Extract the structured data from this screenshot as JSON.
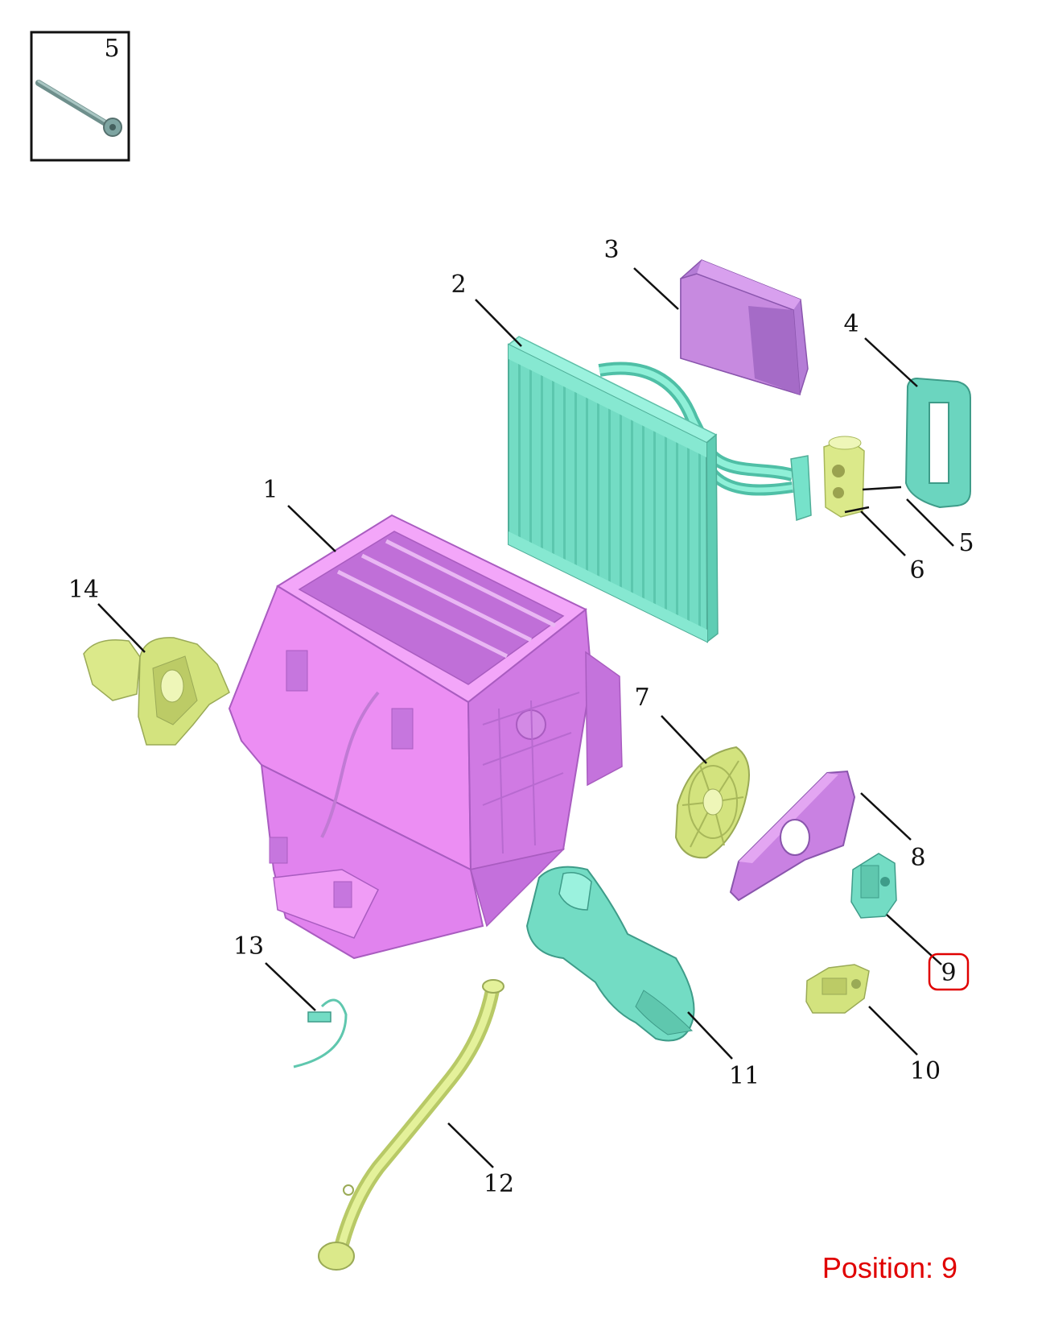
{
  "inset": {
    "label": "5"
  },
  "callouts": {
    "c1": "1",
    "c2": "2",
    "c3": "3",
    "c4": "4",
    "c5": "5",
    "c6": "6",
    "c7": "7",
    "c8": "8",
    "c9": "9",
    "c10": "10",
    "c11": "11",
    "c12": "12",
    "c13": "13",
    "c14": "14"
  },
  "position": {
    "text": "Position: 9"
  },
  "colors": {
    "magenta": "#ee88f6",
    "teal": "#6fe0c8",
    "yellow": "#dfee8a",
    "highlight": "#e00000"
  }
}
